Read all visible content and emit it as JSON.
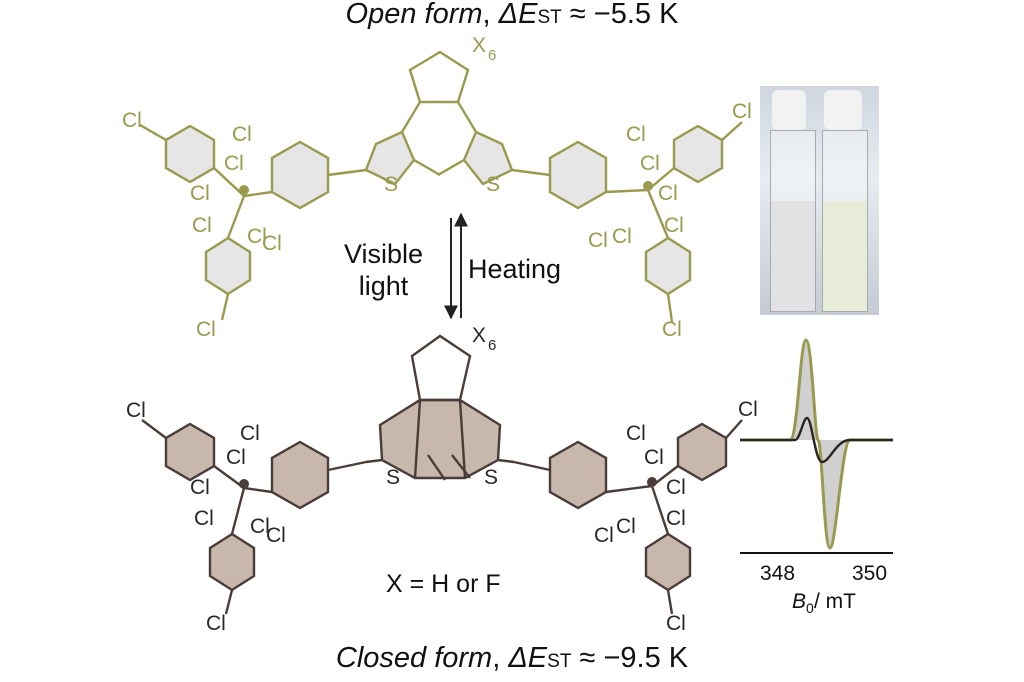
{
  "titles": {
    "open_form": "Open form",
    "open_delta": "ΔE",
    "open_sub": "ST",
    "open_value": " ≈ −5.5 K",
    "closed_form": "Closed form",
    "closed_delta": "ΔE",
    "closed_sub": "ST",
    "closed_value": " ≈ −9.5 K"
  },
  "arrows": {
    "forward_line1": "Visible",
    "forward_line2": "light",
    "reverse": "Heating"
  },
  "substituent": {
    "label": "X = H or F",
    "ring_sub": "X",
    "ring_sub_index": "6"
  },
  "atoms": {
    "cl": "Cl",
    "s": "S"
  },
  "epr": {
    "xticks": [
      "348",
      "350"
    ],
    "xlabel_symbol": "B",
    "xlabel_sub": "0",
    "xlabel_unit": " / mT"
  },
  "colors": {
    "open_form": "#9a9a4e",
    "closed_form": "#4a3c36",
    "closed_fill": "#c7b7ad",
    "open_fill": "#e6e6e6"
  }
}
